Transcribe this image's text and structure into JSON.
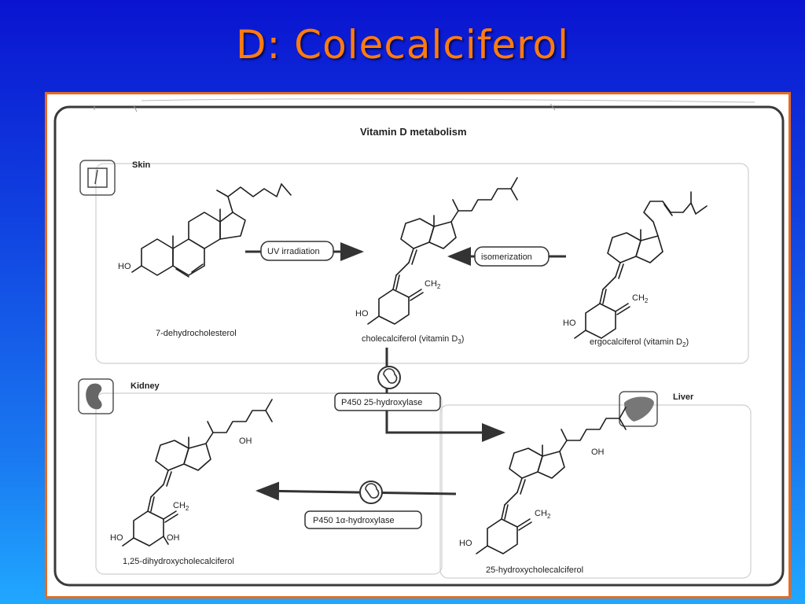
{
  "slide": {
    "title": "D: Colecalciferol"
  },
  "figure": {
    "heading": "Vitamin  D metabolism",
    "regions": {
      "skin": "Skin",
      "kidney": "Kidney",
      "liver": "Liver"
    },
    "steps": {
      "uv": "UV irradiation",
      "isomerization": "isomerization",
      "hydroxylase25": "P450 25-hydroxylase",
      "hydroxylase1a": "P450 1α-hydroxylase"
    },
    "compounds": {
      "dehydro": "7-dehydrocholesterol",
      "chole": "cholecalciferol (vitamin D",
      "chole_sub": "3",
      "ergo": "ergocalciferol (vitamin D",
      "ergo_sub": "2",
      "hydroxy25": "25-hydroxycholecalciferol",
      "dihydroxy": "1,25-dihydroxycholecalciferol"
    },
    "atoms": {
      "ho": "HO",
      "oh": "OH",
      "ch2": "CH",
      "ch2_sub": "2"
    }
  }
}
